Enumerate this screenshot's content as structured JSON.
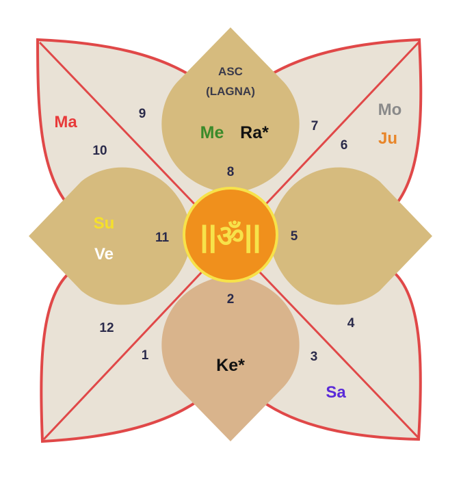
{
  "chart": {
    "ascendant_label": "ASC",
    "ascendant_sub": "(LAGNA)",
    "center_symbol": "||ॐ||",
    "houses": {
      "h1": "1",
      "h2": "2",
      "h3": "3",
      "h4": "4",
      "h5": "5",
      "h6": "6",
      "h7": "7",
      "h8": "8",
      "h9": "9",
      "h10": "10",
      "h11": "11",
      "h12": "12"
    },
    "planets": {
      "ma": "Ma",
      "mo": "Mo",
      "ju": "Ju",
      "me": "Me",
      "ra": "Ra*",
      "su": "Su",
      "ve": "Ve",
      "ke": "Ke*",
      "sa": "Sa"
    }
  },
  "colors": {
    "border": "#e04848",
    "background_paper": "#e9e2d6",
    "petal": "#d6bb7e",
    "bottom_petal": "#d9b48c",
    "center_fill": "#f0901c",
    "center_ring": "#f7e24a",
    "ma": "#e83a3a",
    "mo": "#8a8a8a",
    "ju": "#e8862a",
    "me": "#3a8a2a",
    "ra": "#111111",
    "su": "#f5e02a",
    "ve": "#ffffff",
    "ke": "#111111",
    "sa": "#5a2ad8",
    "numbers": "#2a2a4a"
  }
}
